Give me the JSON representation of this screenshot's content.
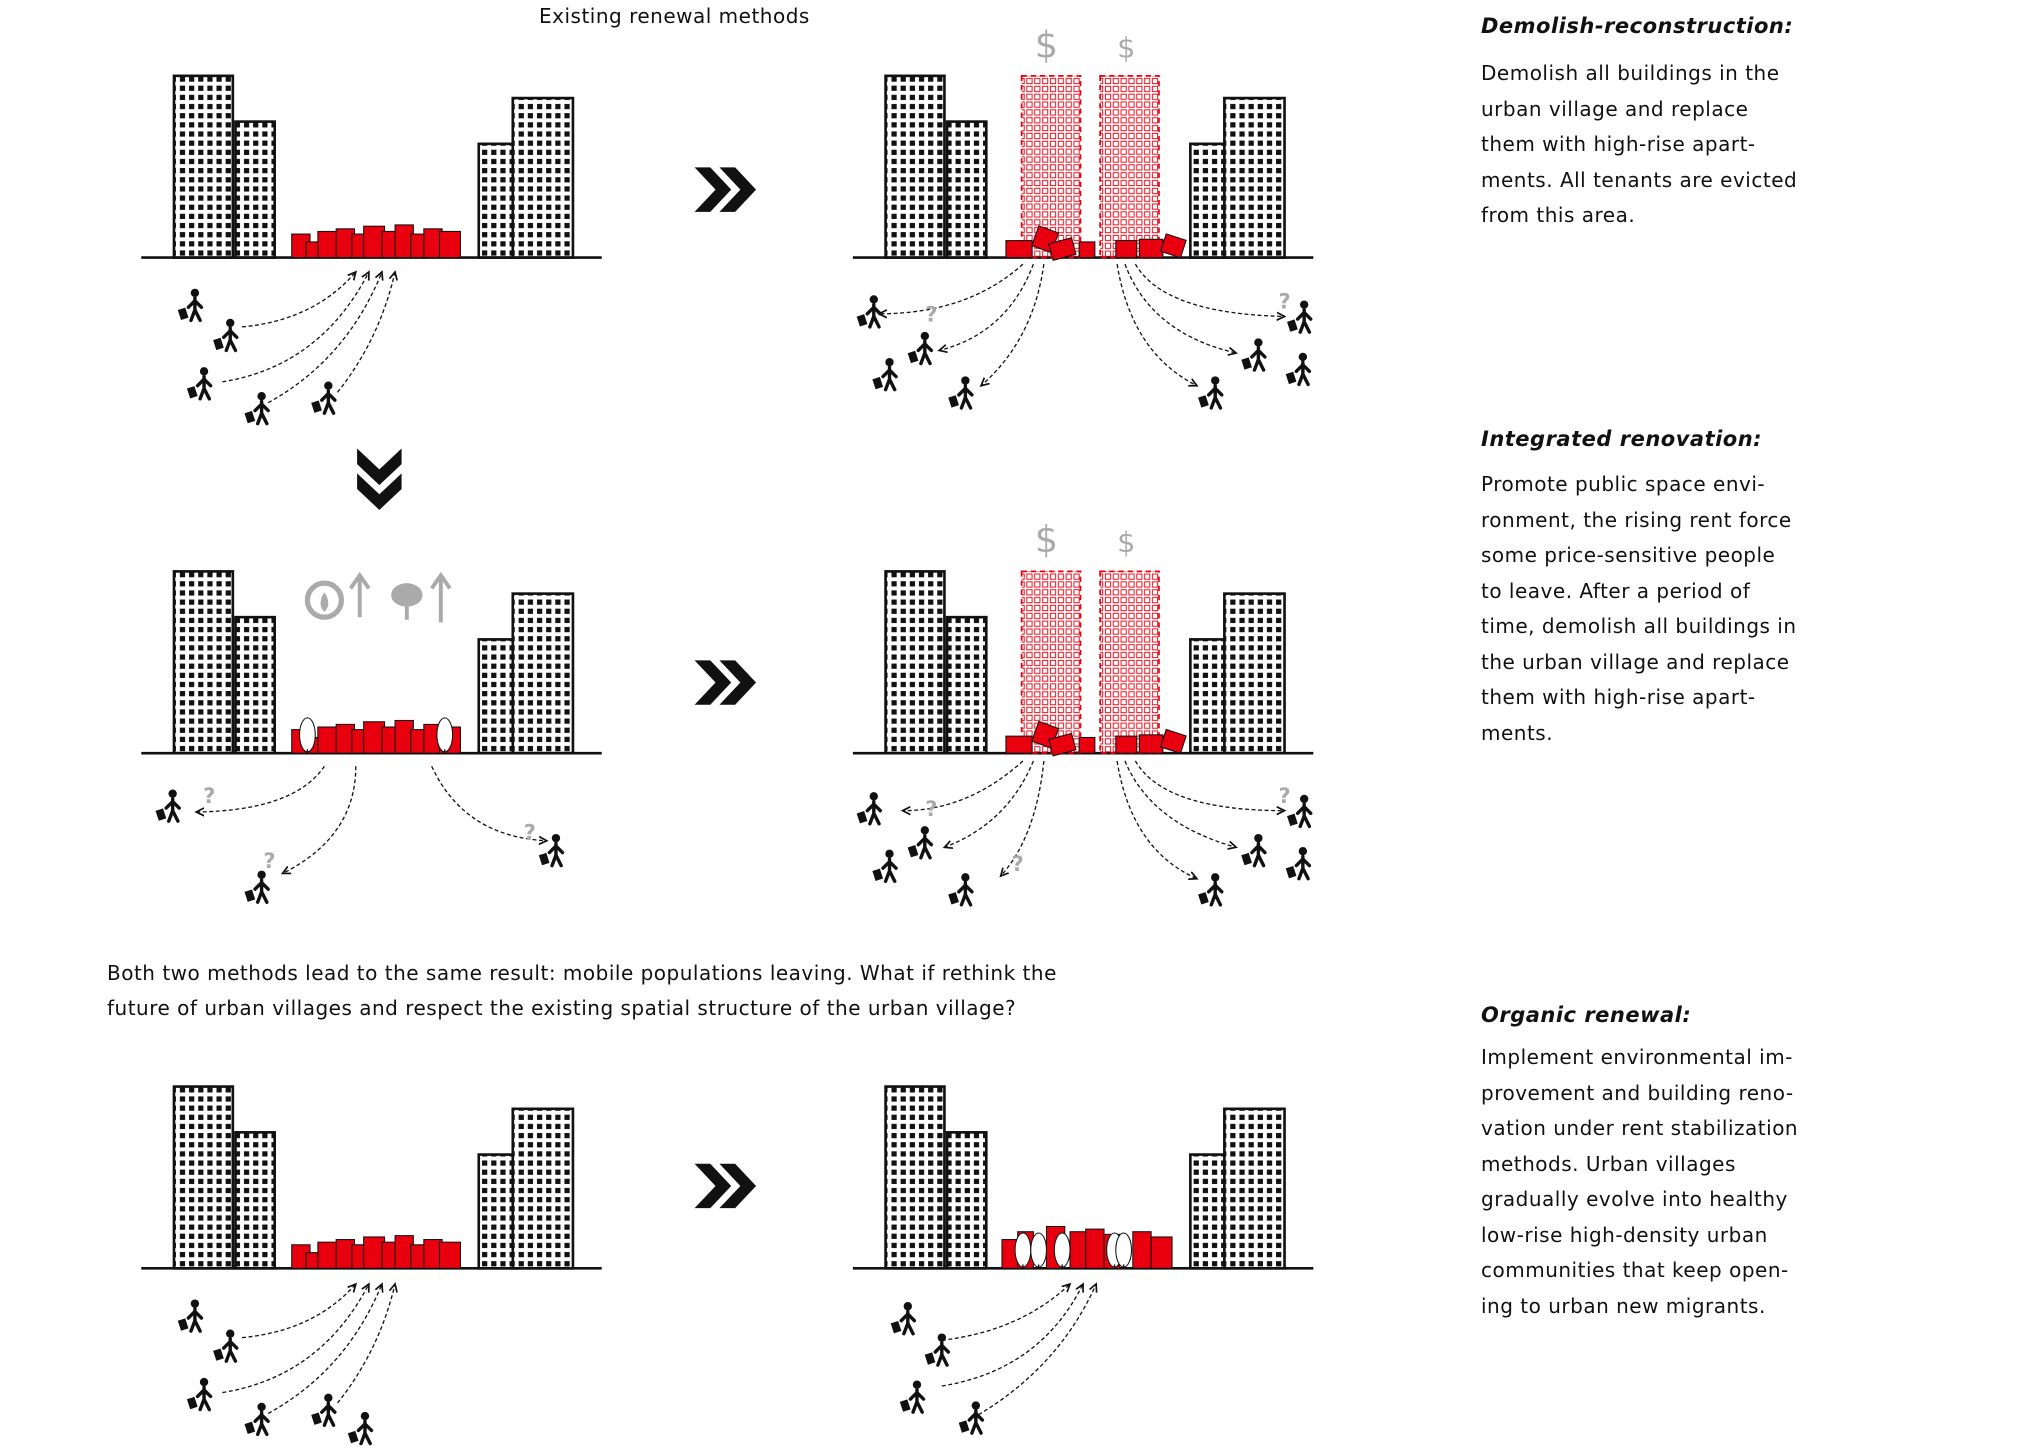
{
  "title": "Existing renewal methods",
  "statement": "Both two methods lead to the same result: mobile populations leaving. What if rethink the\nfuture of urban villages and respect the existing spatial structure of the urban village?",
  "descriptions": [
    {
      "heading": "Demolish-reconstruction:",
      "body": "Demolish all buildings in the\nurban village and replace\nthem with high-rise apart-\nments. All tenants are evicted\nfrom this area."
    },
    {
      "heading": "Integrated renovation:",
      "body": "Promote public space envi-\nronment, the rising rent force\nsome price-sensitive people\nto leave. After a period of\ntime, demolish all buildings in\nthe urban village and replace\nthem with high-rise apart-\nments."
    },
    {
      "heading": "Organic renewal:",
      "body": "Implement environmental im-\nprovement and building reno-\nvation under rent stabilization\nmethods. Urban villages\ngradually evolve into healthy\nlow-rise high-density urban\ncommunities that keep open-\ning to urban new migrants."
    }
  ],
  "symbols": {
    "dollar": "$",
    "question": "?"
  },
  "colors": {
    "village_red": "#e8000f",
    "ink": "#111111",
    "faded": "#aaaaaa"
  }
}
